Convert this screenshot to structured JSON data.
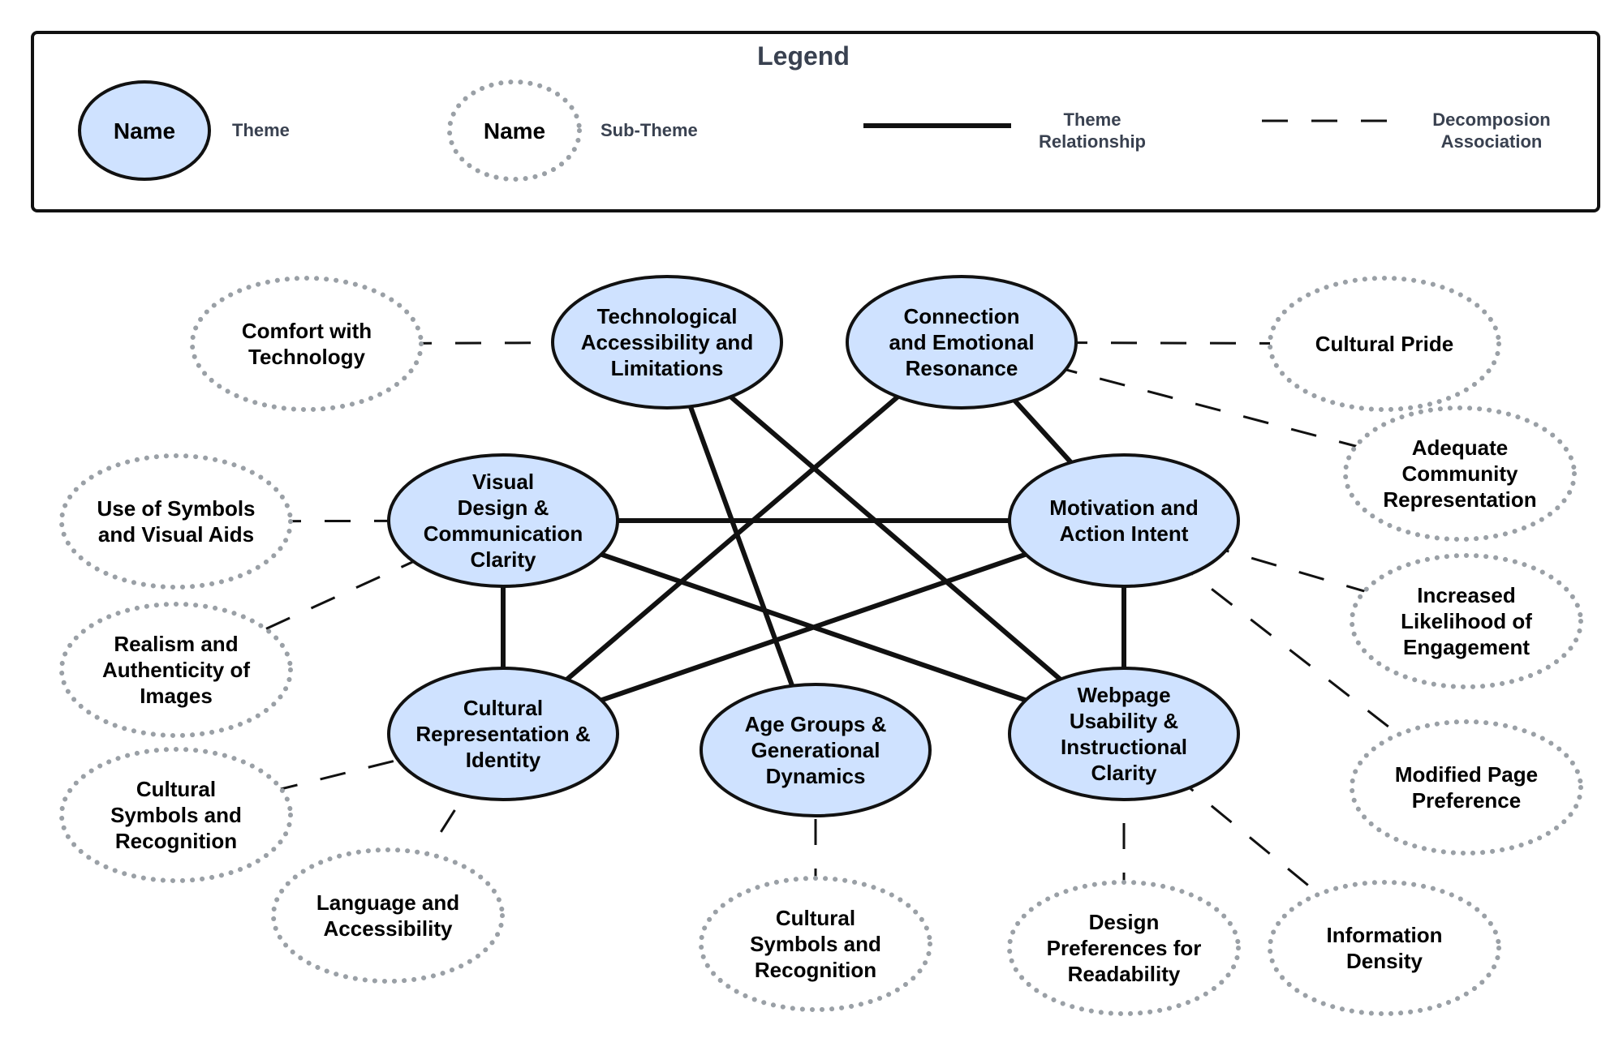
{
  "colors": {
    "theme_fill": "#cfe2ff",
    "stroke": "#111111",
    "subtheme_stroke": "#9aa0a6",
    "legend_text": "#394150"
  },
  "legend": {
    "title": "Legend",
    "theme_sample": "Name",
    "theme_caption": "Theme",
    "subtheme_sample": "Name",
    "subtheme_caption": "Sub-Theme",
    "relationship_caption": [
      "Theme",
      "Relationship"
    ],
    "decomposition_caption": [
      "Decomposion",
      "Association"
    ]
  },
  "themes": [
    {
      "id": "tech",
      "lines": [
        "Technological",
        "Accessibility and",
        "Limitations"
      ]
    },
    {
      "id": "conn",
      "lines": [
        "Connection",
        "and Emotional",
        "Resonance"
      ]
    },
    {
      "id": "visual",
      "lines": [
        "Visual",
        "Design &",
        "Communication",
        "Clarity"
      ]
    },
    {
      "id": "motiv",
      "lines": [
        "Motivation and",
        "Action Intent"
      ]
    },
    {
      "id": "cultural",
      "lines": [
        "Cultural",
        "Representation &",
        "Identity"
      ]
    },
    {
      "id": "age",
      "lines": [
        "Age Groups &",
        "Generational",
        "Dynamics"
      ]
    },
    {
      "id": "web",
      "lines": [
        "Webpage",
        "Usability &",
        "Instructional",
        "Clarity"
      ]
    }
  ],
  "subthemes": [
    {
      "id": "comfort",
      "lines": [
        "Comfort with",
        "Technology"
      ]
    },
    {
      "id": "pride",
      "lines": [
        "Cultural Pride"
      ]
    },
    {
      "id": "adequate",
      "lines": [
        "Adequate",
        "Community",
        "Representation"
      ]
    },
    {
      "id": "symbols",
      "lines": [
        "Use of Symbols",
        "and Visual Aids"
      ]
    },
    {
      "id": "realism",
      "lines": [
        "Realism and",
        "Authenticity of",
        "Images"
      ]
    },
    {
      "id": "likelihood",
      "lines": [
        "Increased",
        "Likelihood of",
        "Engagement"
      ]
    },
    {
      "id": "culsym1",
      "lines": [
        "Cultural",
        "Symbols and",
        "Recognition"
      ]
    },
    {
      "id": "modified",
      "lines": [
        "Modified Page",
        "Preference"
      ]
    },
    {
      "id": "language",
      "lines": [
        "Language and",
        "Accessibility"
      ]
    },
    {
      "id": "culsym2",
      "lines": [
        "Cultural",
        "Symbols and",
        "Recognition"
      ]
    },
    {
      "id": "design",
      "lines": [
        "Design",
        "Preferences for",
        "Readability"
      ]
    },
    {
      "id": "density",
      "lines": [
        "Information",
        "Density"
      ]
    }
  ],
  "relationships": [
    {
      "from": "tech",
      "to": "age"
    },
    {
      "from": "tech",
      "to": "web"
    },
    {
      "from": "conn",
      "to": "cultural"
    },
    {
      "from": "conn",
      "to": "motiv"
    },
    {
      "from": "visual",
      "to": "motiv"
    },
    {
      "from": "visual",
      "to": "cultural"
    },
    {
      "from": "visual",
      "to": "web"
    },
    {
      "from": "motiv",
      "to": "cultural"
    },
    {
      "from": "motiv",
      "to": "web"
    }
  ],
  "decompositions": [
    {
      "from": "comfort",
      "to": "tech"
    },
    {
      "from": "pride",
      "to": "conn"
    },
    {
      "from": "adequate",
      "to": "conn"
    },
    {
      "from": "symbols",
      "to": "visual"
    },
    {
      "from": "realism",
      "to": "visual"
    },
    {
      "from": "likelihood",
      "to": "motiv"
    },
    {
      "from": "modified",
      "to": "motiv"
    },
    {
      "from": "culsym1",
      "to": "cultural"
    },
    {
      "from": "language",
      "to": "cultural"
    },
    {
      "from": "culsym2",
      "to": "age"
    },
    {
      "from": "design",
      "to": "web"
    },
    {
      "from": "density",
      "to": "web"
    }
  ]
}
